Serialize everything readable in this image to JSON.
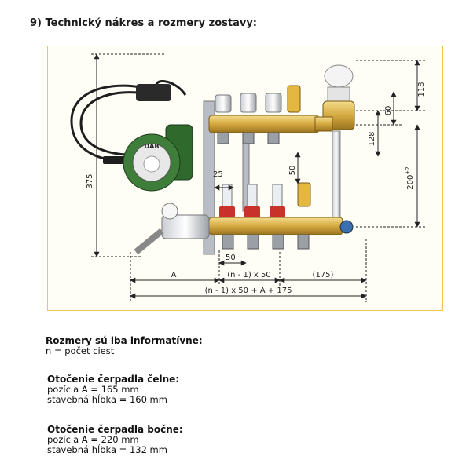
{
  "heading": "9) Technický nákres a rozmery zostavy:",
  "drawing": {
    "dim_118": "118",
    "dim_60": "60",
    "dim_128": "128",
    "dim_200": "200",
    "dim_200_sup": "+2",
    "dim_375": "375",
    "dim_25": "25",
    "dim_50_vert": "50",
    "dim_50_horiz": "50",
    "dim_A": "A",
    "dim_n1x50": "(n - 1) x 50",
    "dim_175": "(175)",
    "dim_total": "(n - 1) x 50 + A + 175",
    "pump_label": "DAB"
  },
  "notes": {
    "title1": "Rozmery sú iba informatívne:",
    "line1": "n = počet ciest",
    "title2": "Otočenie čerpadla čelne:",
    "line2a": "pozícia A = 165 mm",
    "line2b": "stavebná hĺbka = 160 mm",
    "title3": "Otočenie čerpadla bočne:",
    "line3a": "pozícia A = 220 mm",
    "line3b": "stavebná hĺbka = 132 mm"
  },
  "colors": {
    "frame_border": "#e8c94a",
    "brass": "#d9b154",
    "pump_green": "#3f7d3a",
    "red": "#c8322a"
  }
}
